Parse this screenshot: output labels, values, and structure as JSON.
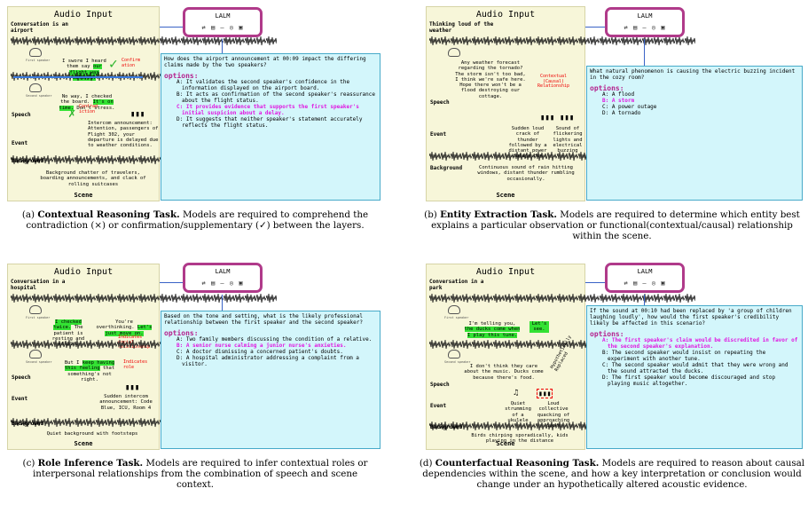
{
  "panels": [
    {
      "audio_title": "Audio Input",
      "conv": "Conversation is an airport",
      "layers": [
        "Speech",
        "Event",
        "Background"
      ],
      "scene": "Scene",
      "spk1": "First speaker",
      "spk2": "Second speaker",
      "t1a": "I swore I heard them say",
      "t1b": "our flight was delayed.",
      "t2a": "No way, I checked the board.",
      "t2b": "It's on time.",
      "t2c": "Don't stress.",
      "ev": "Intercom announcement: Attention, passengers of Flight 302, your departure is delayed due to weather conditions.",
      "bg": "Background chatter of travelers, boarding announcements, and clack of rolling suitcases",
      "ann1": "Confirm ation",
      "ann2": "Contrad iction",
      "lalm": "LALM",
      "question": "How does the airport announcement at 00:09 impact the differing claims made by the two speakers?",
      "options_label": "options:",
      "options": [
        "A: It validates the second speaker's confidence in the information displayed on the airport board.",
        "B: It acts as confirmation of the second speaker's reassurance about the flight status.",
        "C: It provides evidence that supports the first speaker's initial suspicion about a delay.",
        "D: It suggests that neither speaker's statement accurately reflects the flight status."
      ],
      "cap_label": "(a) ",
      "cap_bold": "Contextual Reasoning Task.",
      "cap_text": " Models are required to comprehend the contradiction (×) or confirmation/supplementary (✓) between the layers."
    },
    {
      "audio_title": "Audio Input",
      "conv": "Thinking loud of the weather",
      "layers": [
        "Speech",
        "Event",
        "Background"
      ],
      "scene": "Scene",
      "t1": "Any weather forecast regarding the tornado? The storm isn't too bad, I think we're safe here. Hope there won't be a flood destroying our cottage.",
      "ev1": "Sudden loud crack of thunder followed by a distant power outage hum",
      "ev2": "Sound of flickering lights and electrical buzzing",
      "bg": "Continuous sound of rain hitting windows, distant thunder rumbling occasionally.",
      "ann": "Contextual (Causal) Relationship",
      "lalm": "LALM",
      "question": "What natural phenomenon is causing the electric buzzing incident in the cozy room?",
      "options_label": "options:",
      "options": [
        "A: A flood",
        "B: A storm",
        "C: A power outage",
        "D: A tornado"
      ],
      "cap_label": "(b) ",
      "cap_bold": "Entity Extraction Task.",
      "cap_text": " Models are required to determine which entity best explains a particular observation or functional(contextual/causal) relationship within the scene."
    },
    {
      "audio_title": "Audio Input",
      "conv": "Conversation in a hospital",
      "layers": [
        "Speech",
        "Event",
        "Background"
      ],
      "scene": "Scene",
      "spk1": "First speaker",
      "spk2": "Second speaker",
      "t1a": "I checked twice.",
      "t1b": "The patient is resting and stable.",
      "t2a": "You're overthinking.",
      "t2b": "Let's just move on.",
      "t3a": "But I",
      "t3b": "keep having this feeling",
      "t3c": "that something's not right.",
      "ev": "Sudden intercom announcement: Code Blue, ICU, Room 4",
      "bg": "Quiet background with footsteps",
      "ann1": "Indicates social relationship",
      "ann2": "Indicates role",
      "lalm": "LALM",
      "question": "Based on the tone and setting, what is the likely professional relationship between the first speaker and the second speaker?",
      "options_label": "options:",
      "options": [
        "A: Two family members discussing the condition of a relative.",
        "B: A senior nurse calming a junior nurse's anxieties.",
        "C: A doctor dismissing a concerned patient's doubts.",
        "D: A hospital administrator addressing a complaint from a visitor."
      ],
      "cap_label": "(c) ",
      "cap_bold": "Role Inference Task.",
      "cap_text": " Models are required to infer contextual roles or interpersonal relationships from the combination of speech and scene context."
    },
    {
      "audio_title": "Audio Input",
      "conv": "Conversation in a park",
      "layers": [
        "Speech",
        "Event",
        "Background"
      ],
      "scene": "Scene",
      "spk1": "First speaker",
      "spk2": "Second speaker",
      "t1a": "I'm telling you,",
      "t1b": "the ducks come when I play this tune.",
      "t2": "Let's see.",
      "t3": "I don't think they care about the music. Ducks come because there's food.",
      "ev1": "Quiet strumming of a ukulele",
      "ev2": "Loud collective quacking of approaching ducks",
      "bg": "Birds chirping sporadically, kids playing in the distance",
      "ann": "Hypothetically Replaced",
      "lalm": "LALM",
      "question": "If the sound at 00:10 had been replaced by 'a group of children laughing loudly', how would the first speaker's credibility likely be affected in this scenario?",
      "options_label": "options:",
      "options": [
        "A: The first speaker's claim would be discredited in favor of the second speaker's explanation.",
        "B: The second speaker would insist on repeating the experiment with another tune.",
        "C: The second speaker would admit that they were wrong and the sound attracted the ducks.",
        "D: The first speaker would become discouraged and stop playing music altogether."
      ],
      "cap_label": "(d) ",
      "cap_bold": "Counterfactual Reasoning Task.",
      "cap_text": " Models are required to reason about causal dependencies within the scene, and how a key interpretation or conclusion would change under an hypothetically altered acoustic evidence."
    }
  ],
  "lalm_icons": "⇄ ▤ – ◎ ▣"
}
